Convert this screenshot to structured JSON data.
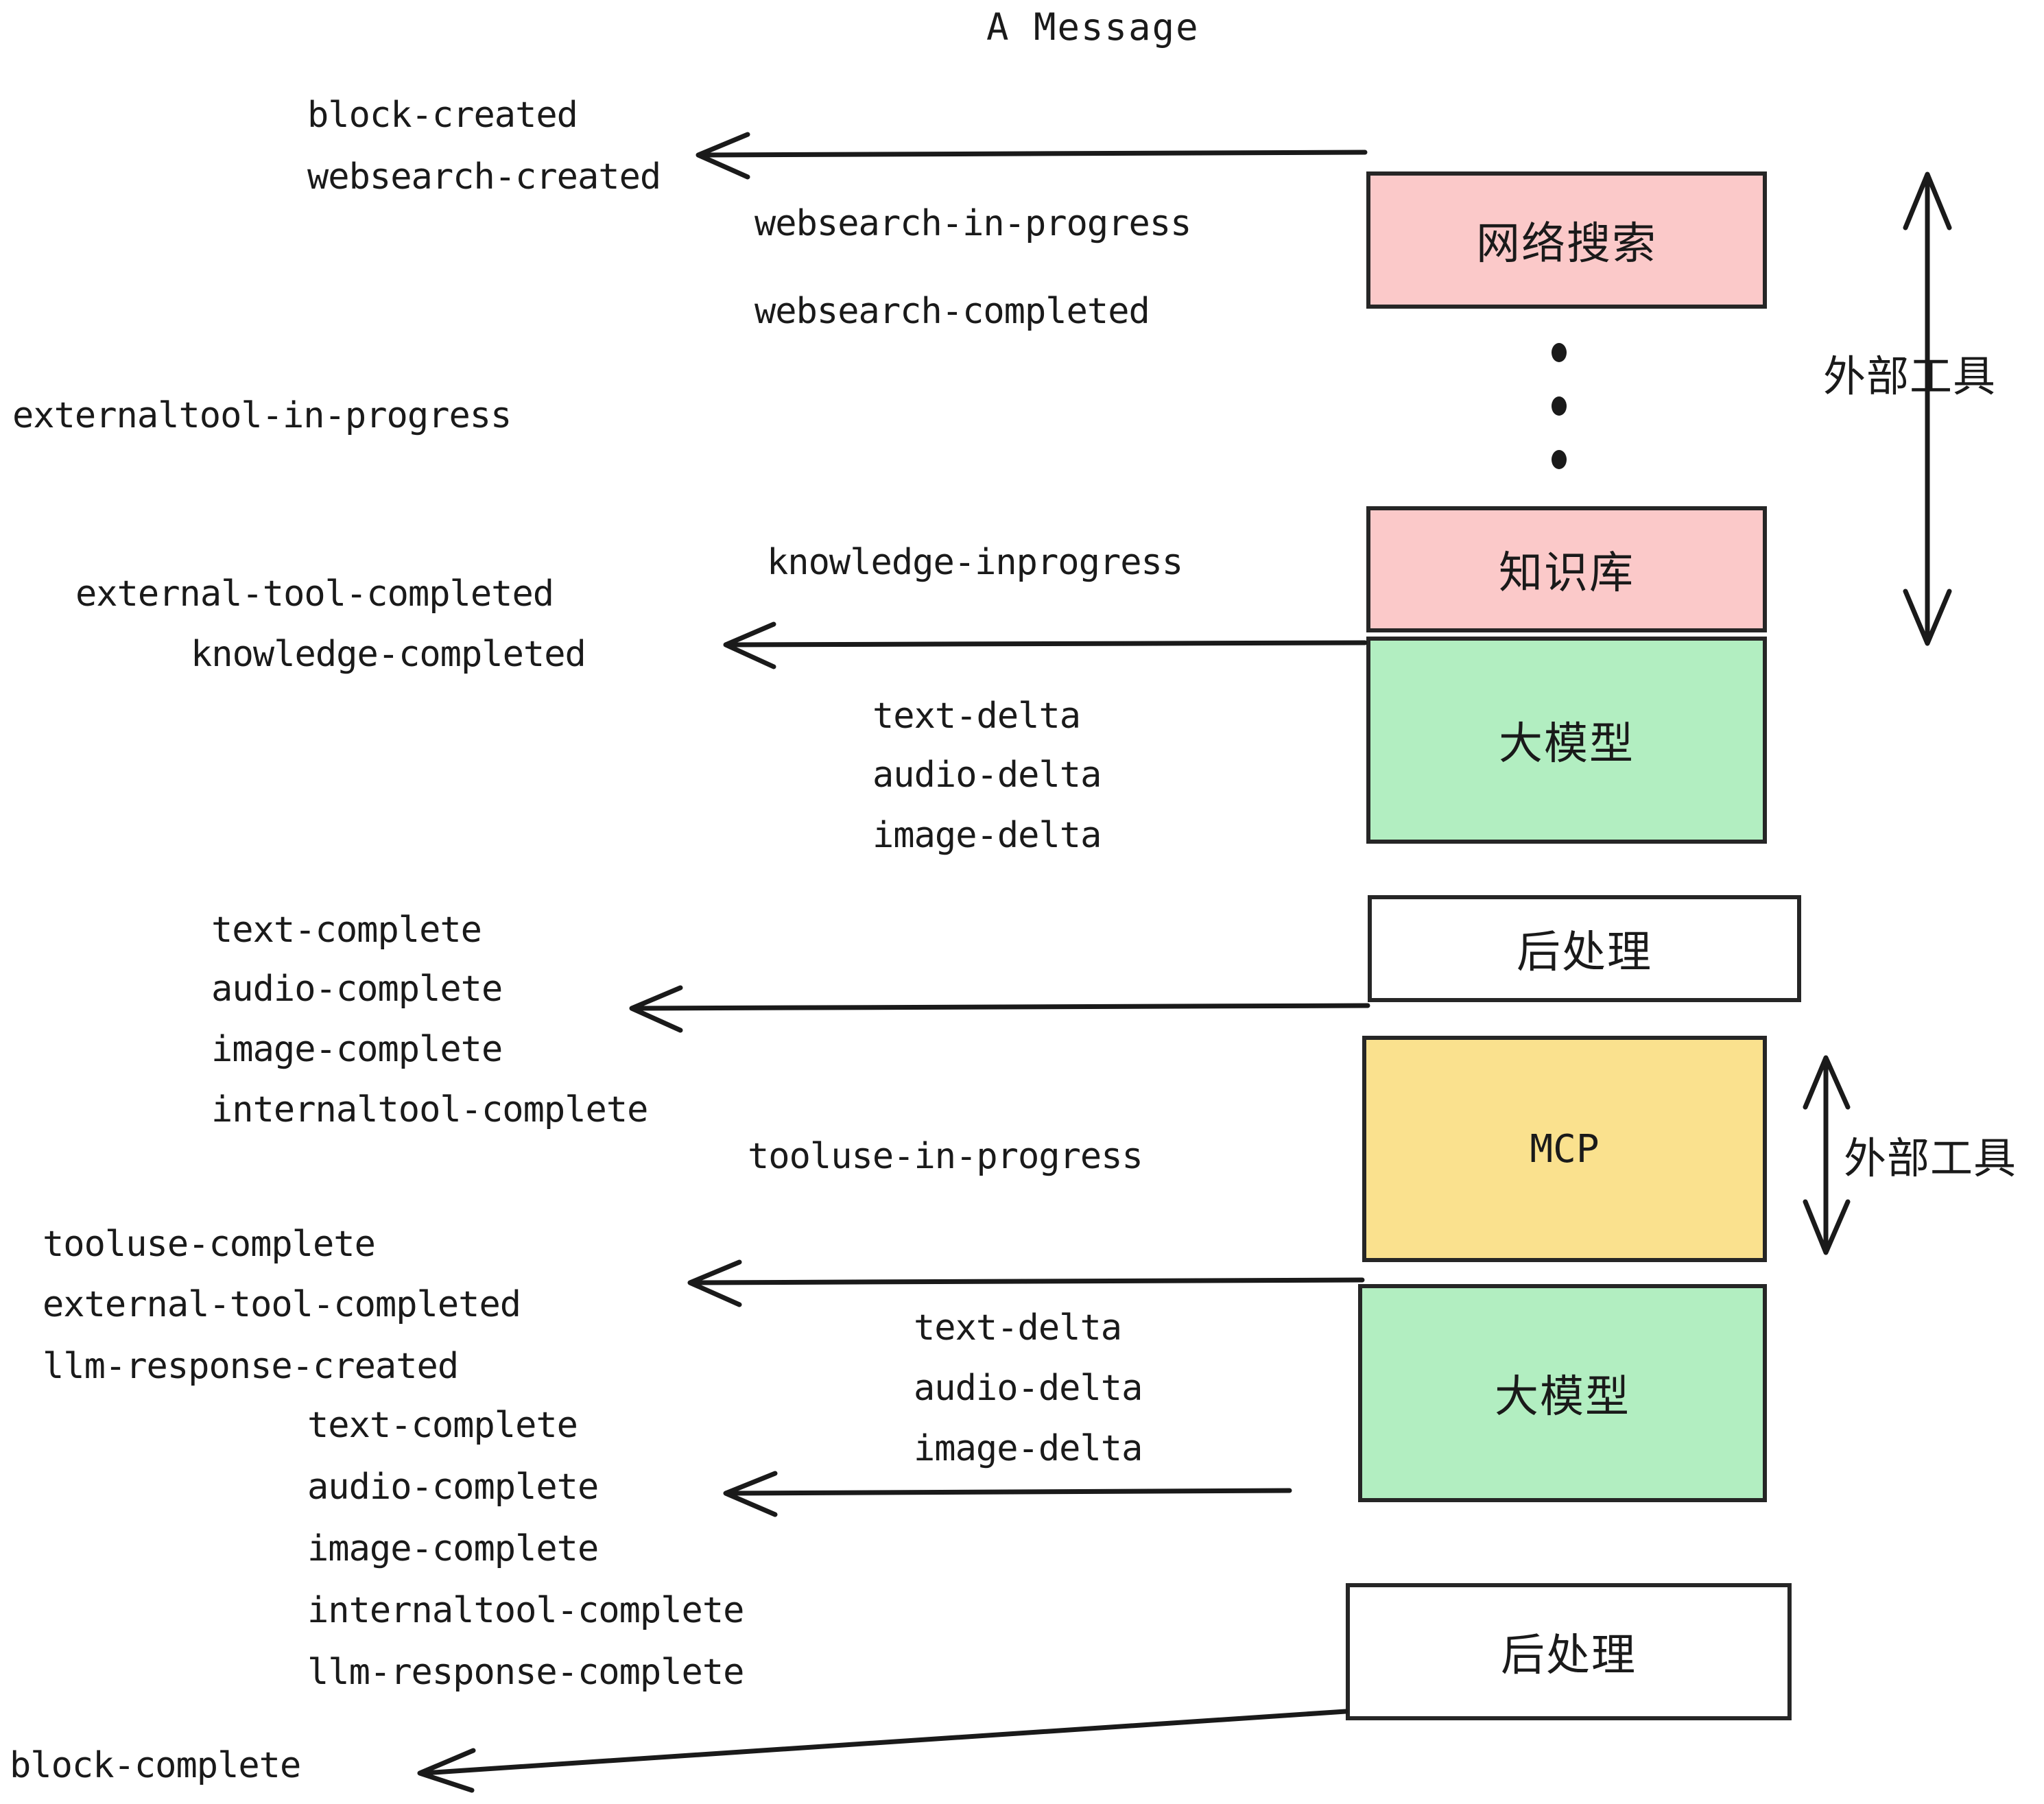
{
  "title": "A Message",
  "colors": {
    "pink": "#fbc9c9",
    "green": "#b2eec1",
    "yellow": "#fae18e",
    "white": "#ffffff",
    "stroke": "#262626",
    "text": "#1a1a1a"
  },
  "boxes": [
    {
      "id": "websearch",
      "label": "网络搜索",
      "fill": "#fbc9c9",
      "script": "cjk"
    },
    {
      "id": "knowledge",
      "label": "知识库",
      "fill": "#fbc9c9",
      "script": "cjk"
    },
    {
      "id": "llm-top",
      "label": "大模型",
      "fill": "#b2eec1",
      "script": "cjk"
    },
    {
      "id": "postprocess-top",
      "label": "后处理",
      "fill": "#ffffff",
      "script": "cjk"
    },
    {
      "id": "mcp",
      "label": "MCP",
      "fill": "#fae18e",
      "script": "latin"
    },
    {
      "id": "llm-bottom",
      "label": "大模型",
      "fill": "#b2eec1",
      "script": "cjk"
    },
    {
      "id": "postprocess-bottom",
      "label": "后处理",
      "fill": "#ffffff",
      "script": "cjk"
    }
  ],
  "side_labels": [
    {
      "id": "external-tools-top",
      "label": "外部工具"
    },
    {
      "id": "external-tools-bottom",
      "label": "外部工具"
    }
  ],
  "events": {
    "block_created": "block-created",
    "websearch_created": "websearch-created",
    "websearch_in_progress": "websearch-in-progress",
    "websearch_completed": "websearch-completed",
    "externaltool_in_progress": "externaltool-in-progress",
    "knowledge_inprogress": "knowledge-inprogress",
    "external_tool_completed": "external-tool-completed",
    "knowledge_completed": "knowledge-completed",
    "text_delta_1": "text-delta",
    "audio_delta_1": "audio-delta",
    "image_delta_1": "image-delta",
    "text_complete_1": "text-complete",
    "audio_complete_1": "audio-complete",
    "image_complete_1": "image-complete",
    "internaltool_complete_1": "internaltool-complete",
    "tooluse_in_progress": "tooluse-in-progress",
    "tooluse_complete": "tooluse-complete",
    "external_tool_completed_2": "external-tool-completed",
    "llm_response_created": "llm-response-created",
    "text_delta_2": "text-delta",
    "audio_delta_2": "audio-delta",
    "image_delta_2": "image-delta",
    "text_complete_2": "text-complete",
    "audio_complete_2": "audio-complete",
    "image_complete_2": "image-complete",
    "internaltool_complete_2": "internaltool-complete",
    "llm_response_complete": "llm-response-complete",
    "block_complete": "block-complete"
  }
}
